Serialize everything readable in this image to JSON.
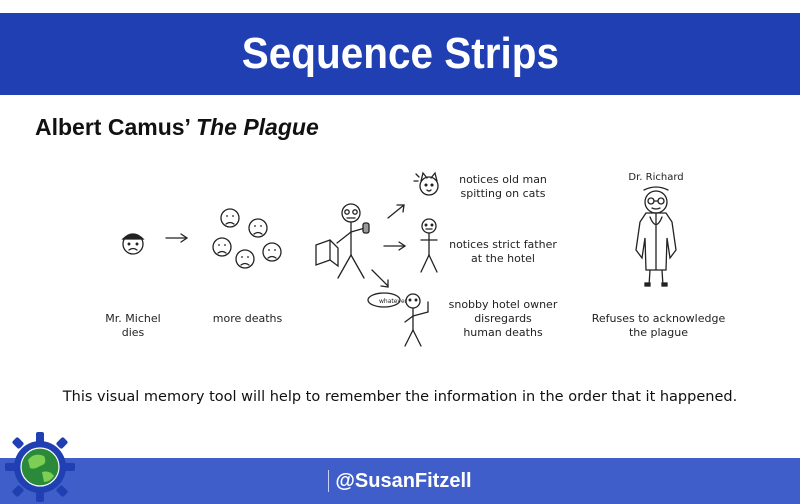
{
  "header": {
    "title": "Sequence Strips"
  },
  "subtitle": {
    "author": "Albert Camus’",
    "book": "The Plague"
  },
  "strip": {
    "michel_label_line1": "Mr. Michel",
    "michel_label_line2": "dies",
    "deaths_label": "more deaths",
    "branch1_line1": "notices old man",
    "branch1_line2": "spitting on cats",
    "branch2_line1": "notices strict father",
    "branch2_line2": "at the hotel",
    "branch3_line1": "snobby hotel owner",
    "branch3_line2": "disregards",
    "branch3_line3": "human deaths",
    "speech_bubble": "whatever",
    "doctor_name": "Dr. Richard",
    "doctor_label_line1": "Refuses to acknowledge",
    "doctor_label_line2": "the plague"
  },
  "caption": {
    "text": "This visual memory tool will help to remember the information in the order that it happened."
  },
  "footer": {
    "handle": "@SusanFitzell"
  },
  "colors": {
    "header_blue": "#1f3fb3",
    "footer_blue": "#3f5ec9"
  }
}
